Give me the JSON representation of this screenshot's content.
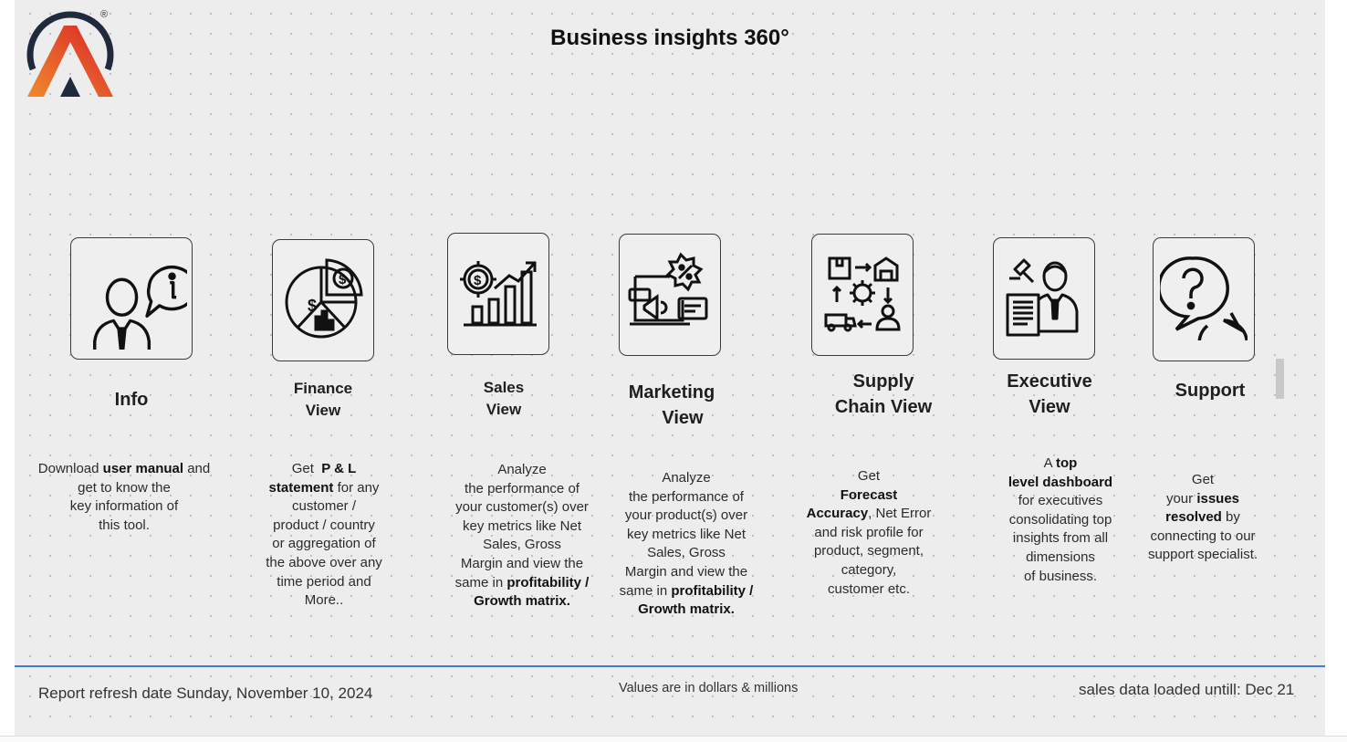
{
  "header": {
    "title": "Business insights 360°",
    "registered_mark": "®"
  },
  "tiles": [
    {
      "id": "info",
      "title_lines": [
        "Info"
      ],
      "description": "Download <b>user manual</b> and<br>get to know the<br>key information of<br>this tool.",
      "icon": "person-info-icon"
    },
    {
      "id": "finance",
      "title_lines": [
        "Finance",
        "View"
      ],
      "description": "Get&nbsp; <b>P &amp; L</b><br><b>statement</b> for any<br>customer /<br>product / country<br>or aggregation of<br>the above over any<br>time period and<br>More..",
      "icon": "pie-chart-dollar-icon"
    },
    {
      "id": "sales",
      "title_lines": [
        "Sales",
        "View"
      ],
      "description": "Analyze<br>the performance of<br>your customer(s) over<br>key metrics like Net<br>Sales, Gross<br>Margin and view the<br>same in <b>profitability /</b><br><b>Growth matrix.</b>",
      "icon": "sales-growth-icon"
    },
    {
      "id": "marketing",
      "title_lines": [
        "Marketing",
        "View"
      ],
      "description": "Analyze<br>the performance of<br>your product(s) over<br>key metrics like Net<br>Sales, Gross<br>Margin and view the<br>same in <b>profitability /</b><br><b>Growth matrix.</b>",
      "icon": "marketing-promo-icon"
    },
    {
      "id": "supply",
      "title_lines": [
        "Supply",
        "Chain View"
      ],
      "description": "Get<br><b>Forecast</b><br><b>Accuracy</b>, Net Error<br>and risk profile for<br>product, segment,<br>category,<br>customer etc.",
      "icon": "supply-chain-icon"
    },
    {
      "id": "executive",
      "title_lines": [
        "Executive",
        "View"
      ],
      "description": "A <b>top</b><br><b>level dashboard</b><br>for executives<br>consolidating top<br>insights from all<br>dimensions<br>of business.",
      "icon": "executive-icon"
    },
    {
      "id": "support",
      "title_lines": [
        "Support"
      ],
      "description": "Get<br>your <b>issues</b><br><b>resolved</b> by<br>connecting to our<br>support specialist.",
      "icon": "support-question-icon"
    }
  ],
  "footer": {
    "refresh_label": "Report refresh date",
    "refresh_date": "Sunday, November 10, 2024",
    "values_note": "Values are in dollars & millions",
    "sales_loaded": "sales data loaded untill: Dec 21"
  },
  "colors": {
    "accent_blue": "#3a7bd5",
    "logo_orange": "#e8562a",
    "logo_dark": "#1f2a3d"
  }
}
